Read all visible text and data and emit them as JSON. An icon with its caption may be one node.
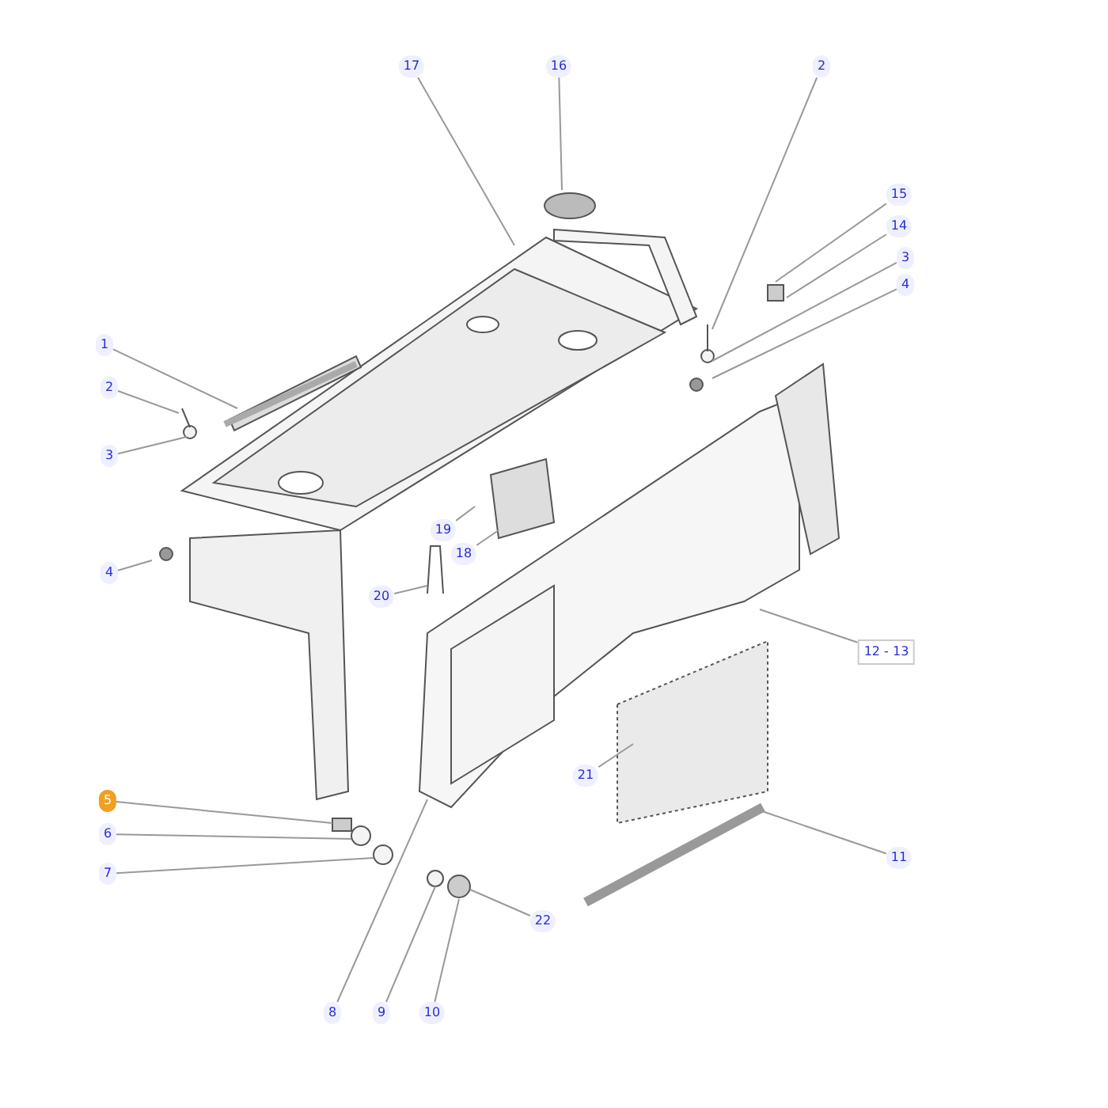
{
  "diagram": {
    "nodes": [
      {
        "text": [
          "17"
        ]
      },
      {
        "text": [
          "16"
        ]
      },
      {
        "text": [
          "2"
        ]
      },
      {
        "text": [
          "15"
        ]
      },
      {
        "text": [
          "14"
        ]
      },
      {
        "text": [
          "3"
        ]
      },
      {
        "text": [
          "4"
        ]
      },
      {
        "text": [
          "1"
        ]
      },
      {
        "text": [
          "2"
        ]
      },
      {
        "text": [
          "3"
        ]
      },
      {
        "text": [
          "4"
        ]
      },
      {
        "text": [
          "19"
        ]
      },
      {
        "text": [
          "18"
        ]
      },
      {
        "text": [
          "20"
        ]
      },
      {
        "text": [
          "12 - 13"
        ]
      },
      {
        "text": [
          "21"
        ]
      },
      {
        "text": [
          "5"
        ]
      },
      {
        "text": [
          "6"
        ]
      },
      {
        "text": [
          "7"
        ]
      },
      {
        "text": [
          "11"
        ]
      },
      {
        "text": [
          "22"
        ]
      },
      {
        "text": [
          "8"
        ]
      },
      {
        "text": [
          "9"
        ]
      },
      {
        "text": [
          "10"
        ]
      }
    ],
    "edges": [
      {
        "from": 0,
        "to": null,
        "arrow": "none"
      },
      {
        "from": 1,
        "to": null,
        "arrow": "none"
      },
      {
        "from": 2,
        "to": null,
        "arrow": "none"
      },
      {
        "from": 3,
        "to": null,
        "arrow": "none"
      },
      {
        "from": 4,
        "to": null,
        "arrow": "none"
      },
      {
        "from": 5,
        "to": null,
        "arrow": "none"
      },
      {
        "from": 6,
        "to": null,
        "arrow": "none"
      },
      {
        "from": 7,
        "to": null,
        "arrow": "none"
      },
      {
        "from": 8,
        "to": null,
        "arrow": "none"
      },
      {
        "from": 9,
        "to": null,
        "arrow": "none"
      },
      {
        "from": 10,
        "to": null,
        "arrow": "none"
      },
      {
        "from": 11,
        "to": null,
        "arrow": "none"
      },
      {
        "from": 12,
        "to": null,
        "arrow": "none"
      },
      {
        "from": 13,
        "to": null,
        "arrow": "none"
      },
      {
        "from": 14,
        "to": null,
        "arrow": "none"
      },
      {
        "from": 15,
        "to": null,
        "arrow": "none"
      },
      {
        "from": 16,
        "to": null,
        "arrow": "none"
      },
      {
        "from": 17,
        "to": null,
        "arrow": "none"
      },
      {
        "from": 18,
        "to": null,
        "arrow": "none"
      },
      {
        "from": 19,
        "to": null,
        "arrow": "none"
      },
      {
        "from": 20,
        "to": null,
        "arrow": "none"
      },
      {
        "from": 21,
        "to": null,
        "arrow": "none"
      },
      {
        "from": 22,
        "to": null,
        "arrow": "none"
      },
      {
        "from": 23,
        "to": null,
        "arrow": "none"
      }
    ]
  }
}
